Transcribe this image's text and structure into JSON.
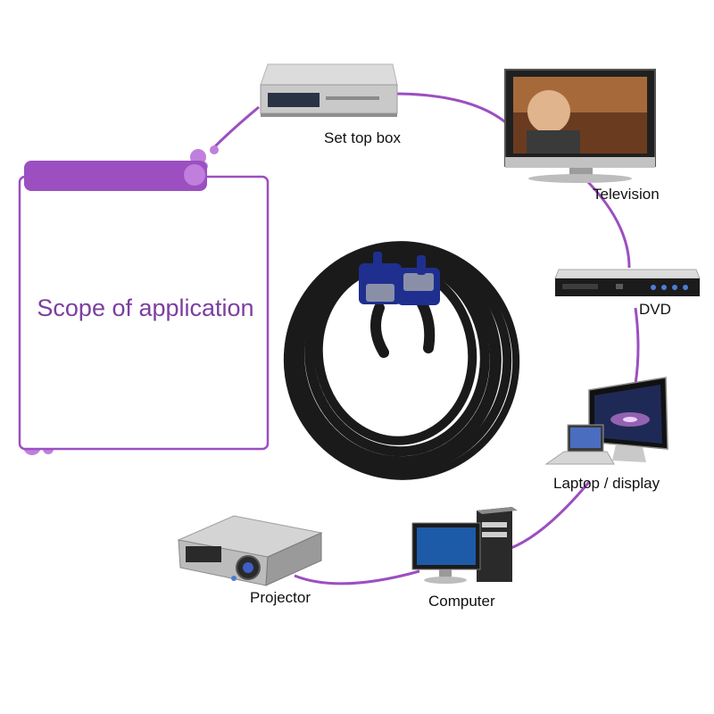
{
  "colors": {
    "accent": "#9b4fc1",
    "accent_light": "#c07fdc",
    "accent_dark": "#7d3aa8",
    "title_text": "#7b3fa0",
    "cable": "#1a1a1a",
    "connector": "#1f2f8f"
  },
  "panel": {
    "title": "Scope of application"
  },
  "devices": [
    {
      "id": "set-top-box",
      "label": "Set top box",
      "icon": "set-top-box-icon"
    },
    {
      "id": "television",
      "label": "Television",
      "icon": "television-icon"
    },
    {
      "id": "dvd",
      "label": "DVD",
      "icon": "dvd-player-icon"
    },
    {
      "id": "laptop-display",
      "label": "Laptop / display",
      "icon": "laptop-display-icon"
    },
    {
      "id": "computer",
      "label": "Computer",
      "icon": "desktop-computer-icon"
    },
    {
      "id": "projector",
      "label": "Projector",
      "icon": "projector-icon"
    }
  ],
  "product": {
    "icon": "vga-cable-icon"
  }
}
